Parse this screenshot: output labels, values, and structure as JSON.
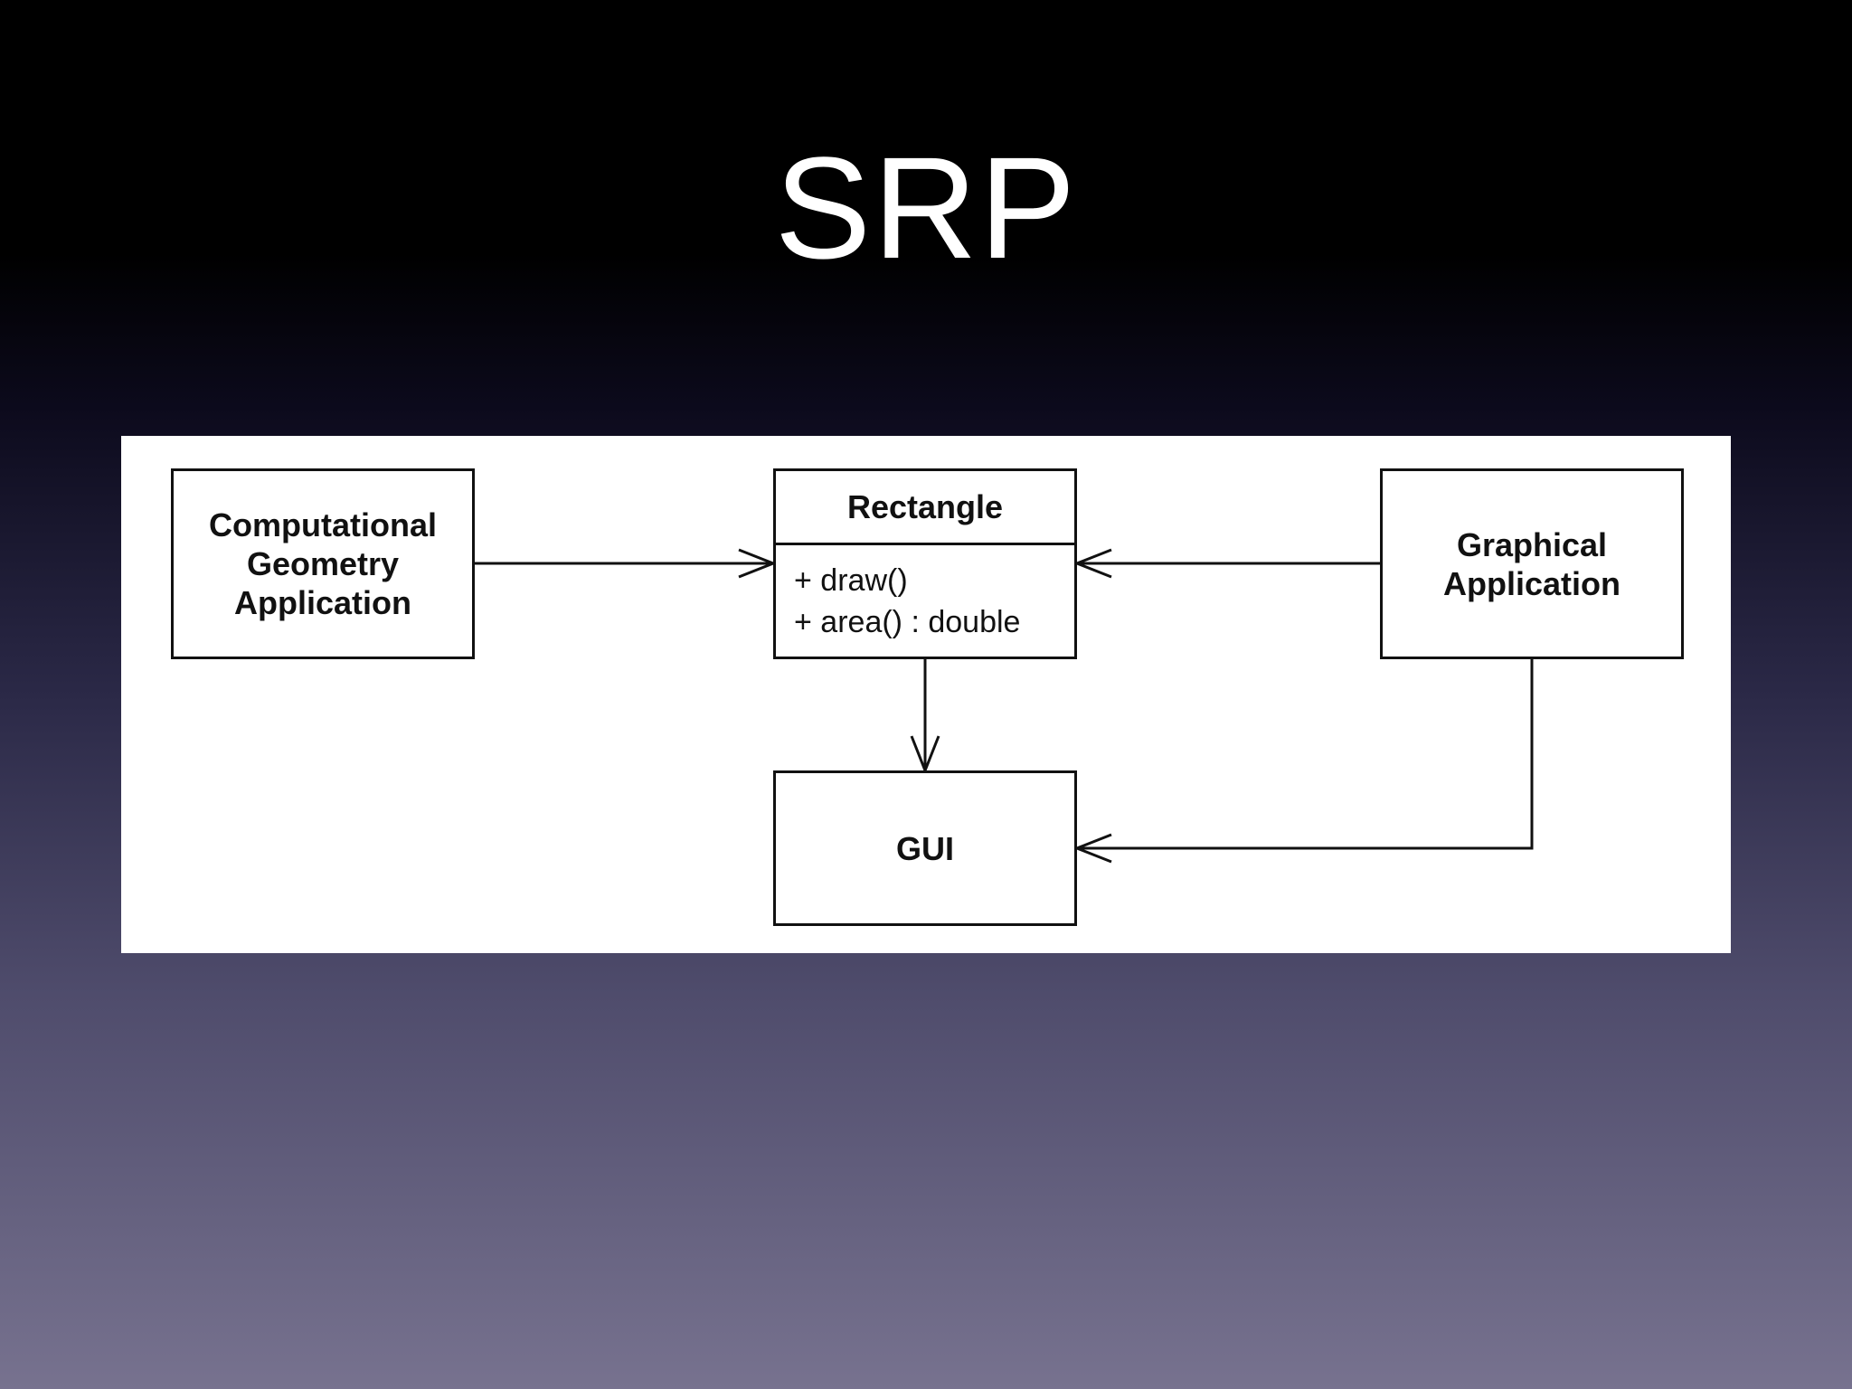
{
  "slide": {
    "title": "SRP"
  },
  "diagram": {
    "computational_geometry_app": {
      "lines": [
        "Computational",
        "Geometry",
        "Application"
      ]
    },
    "rectangle": {
      "name": "Rectangle",
      "operations": [
        "+ draw()",
        "+ area() : double"
      ]
    },
    "graphical_app": {
      "lines": [
        "Graphical",
        "Application"
      ]
    },
    "gui": {
      "name": "GUI"
    },
    "relations": [
      {
        "from": "Computational Geometry Application",
        "to": "Rectangle"
      },
      {
        "from": "Graphical Application",
        "to": "Rectangle"
      },
      {
        "from": "Rectangle",
        "to": "GUI"
      },
      {
        "from": "Graphical Application",
        "to": "GUI"
      }
    ]
  }
}
